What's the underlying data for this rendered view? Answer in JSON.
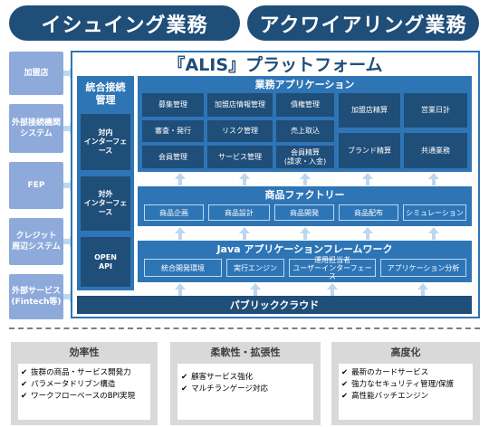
{
  "header": {
    "left_title": "イシュイング業務",
    "right_title": "アクワイアリング業務"
  },
  "external": [
    "加盟店",
    "外部接続機関\nシステム",
    "FEP",
    "クレジット\n周辺システム",
    "外部サービス\n(Fintech等)"
  ],
  "platform": {
    "title": "『ALIS』プラットフォーム",
    "interface_panel": {
      "title": "統合接続\n管理",
      "items": [
        "対内\nインターフェース",
        "対外\nインターフェース",
        "OPEN\nAPI"
      ]
    },
    "business_apps": {
      "title": "業務アプリケーション",
      "left_boxes": [
        "募集管理",
        "加盟店情報管理",
        "債権管理",
        "審査・発行",
        "リスク管理",
        "売上取込",
        "会員管理",
        "サービス管理",
        "会員精算\n(請求・入金)"
      ],
      "right_boxes": [
        "加盟店精算",
        "営業日計",
        "ブランド精算",
        "共通業務"
      ]
    },
    "product_factory": {
      "title": "商品ファクトリー",
      "items": [
        "商品企画",
        "商品設計",
        "商品開発",
        "商品配布",
        "シミュレーション"
      ]
    },
    "java_framework": {
      "title": "Java アプリケーションフレームワーク",
      "items": [
        "統合開発環境",
        "実行エンジン",
        "運用担当者\nユーザーインターフェース",
        "アプリケーション分析"
      ]
    },
    "public_cloud": "パブリッククラウド"
  },
  "features": [
    {
      "title": "効率性",
      "items": [
        "抜群の商品・サービス開発力",
        "パラメータドリブン構造",
        "ワークフローベースのBPI実現"
      ]
    },
    {
      "title": "柔軟性・拡張性",
      "items": [
        "顧客サービス強化",
        "マルチランゲージ対応"
      ]
    },
    {
      "title": "高度化",
      "items": [
        "最新のカードサービス",
        "強力なセキュリティ管理/保護",
        "高性能バッチエンジン"
      ]
    }
  ]
}
